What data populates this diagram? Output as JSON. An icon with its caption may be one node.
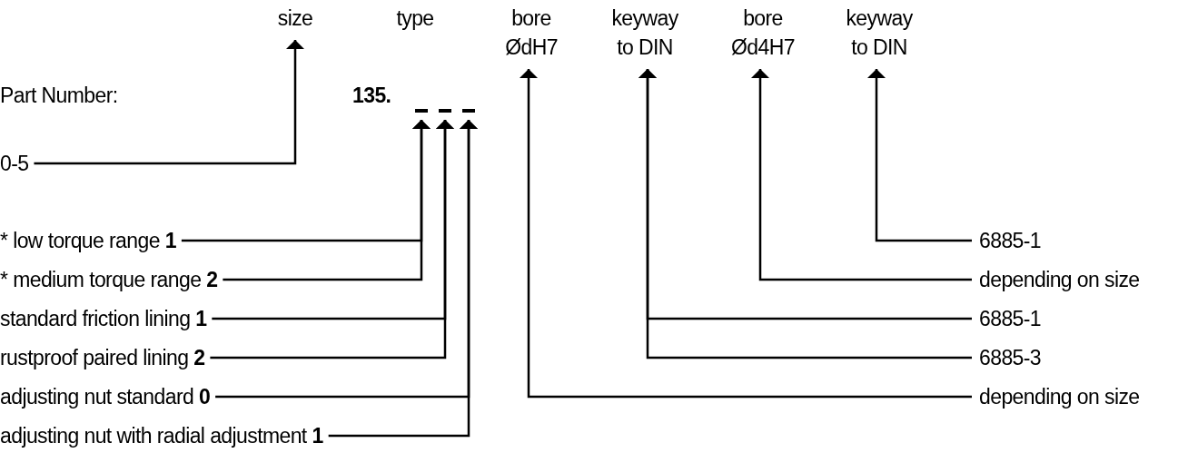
{
  "diagram": {
    "nodes": [
      {
        "text": [
          "size"
        ]
      },
      {
        "text": [
          "type"
        ]
      },
      {
        "text": [
          "bore ØdH7"
        ]
      },
      {
        "text": [
          "keyway to DIN"
        ]
      },
      {
        "text": [
          "bore Ød4H7"
        ]
      },
      {
        "text": [
          "keyway to DIN"
        ]
      },
      {
        "text": [],
        "shape": "bar"
      },
      {
        "text": [],
        "shape": "bar"
      },
      {
        "text": [],
        "shape": "bar"
      },
      {
        "text": [
          "0-5"
        ]
      },
      {
        "text": [
          "* low torque range **1**"
        ]
      },
      {
        "text": [
          "6885-1"
        ]
      },
      {
        "text": [
          "* medium torque range **2**"
        ]
      },
      {
        "text": [
          "depending on size"
        ]
      },
      {
        "text": [
          "standard friction lining **1**"
        ]
      },
      {
        "text": [
          "6885-1"
        ]
      },
      {
        "text": [
          "rustproof paired lining **2**"
        ]
      },
      {
        "text": [
          "6885-3"
        ]
      },
      {
        "text": [
          "adjusting nut standard **0**"
        ]
      },
      {
        "text": [
          "depending on size"
        ]
      },
      {
        "text": [
          "adjusting nut with radial adjustment **1**"
        ]
      }
    ],
    "edges": [
      {
        "from": 9,
        "to": 0,
        "arrow": "to"
      },
      {
        "from": 10,
        "to": 6,
        "arrow": "to"
      },
      {
        "from": 12,
        "to": 6,
        "arrow": "to"
      },
      {
        "from": 14,
        "to": 7,
        "arrow": "to"
      },
      {
        "from": 16,
        "to": 7,
        "arrow": "to"
      },
      {
        "from": 18,
        "to": 8,
        "arrow": "to"
      },
      {
        "from": 20,
        "to": 8,
        "arrow": "to"
      },
      {
        "from": 11,
        "to": 5,
        "arrow": "to"
      },
      {
        "from": 13,
        "to": 4,
        "arrow": "to"
      },
      {
        "from": 15,
        "to": 3,
        "arrow": "to"
      },
      {
        "from": 17,
        "to": 3,
        "arrow": "to"
      },
      {
        "from": 19,
        "to": 2,
        "arrow": "to"
      }
    ],
    "labels": [
      "Part Number:",
      "135."
    ]
  }
}
